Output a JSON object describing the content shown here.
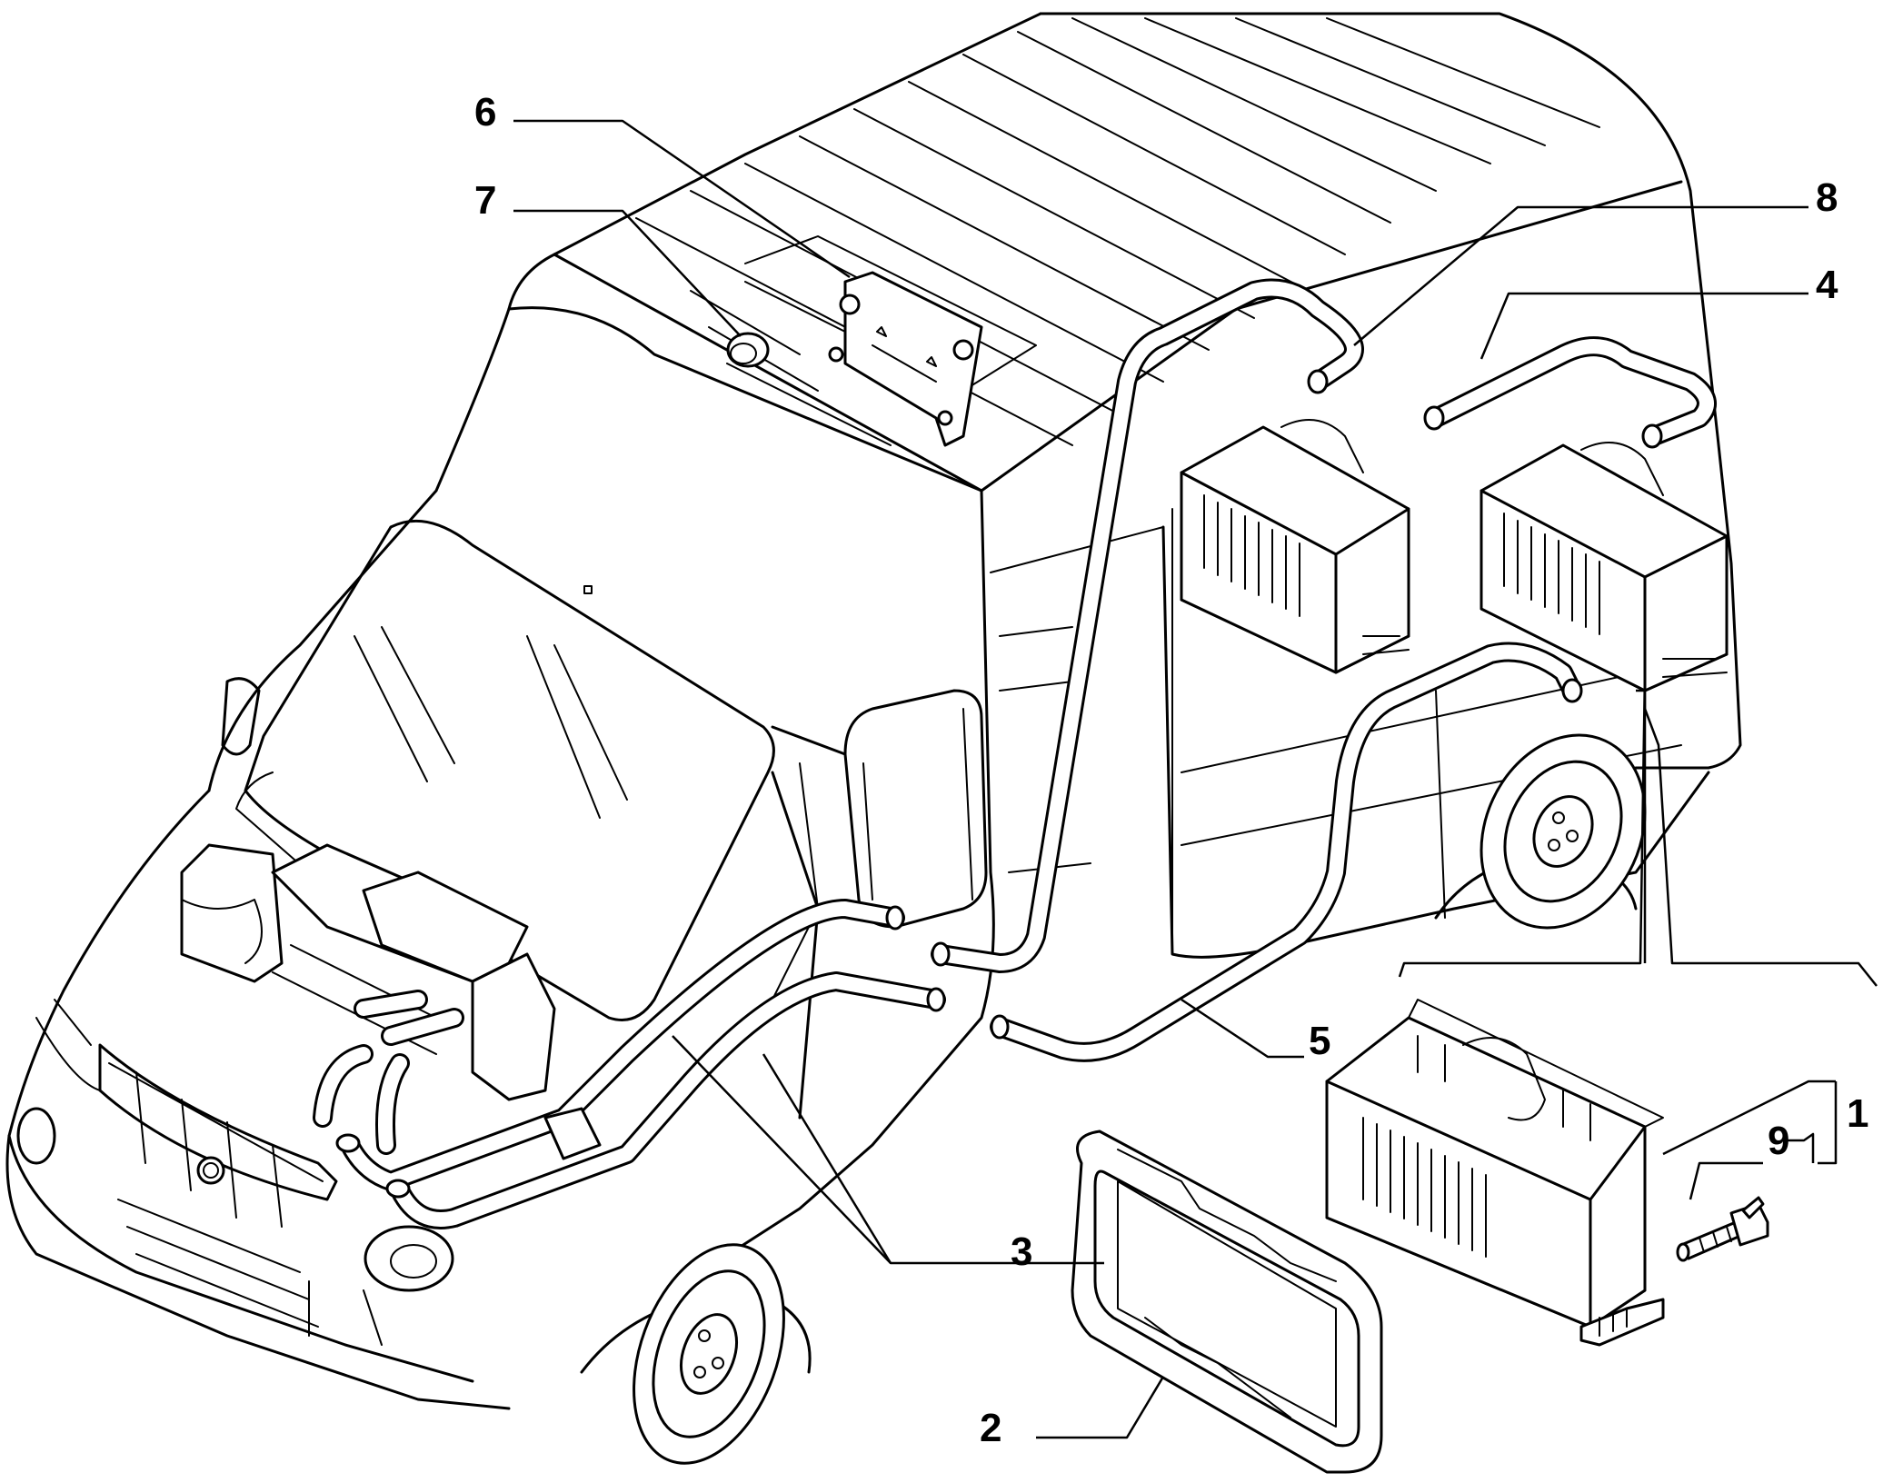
{
  "callouts": [
    {
      "id": "callout-6",
      "label": "6"
    },
    {
      "id": "callout-7",
      "label": "7"
    },
    {
      "id": "callout-8",
      "label": "8"
    },
    {
      "id": "callout-4",
      "label": "4"
    },
    {
      "id": "callout-5",
      "label": "5"
    },
    {
      "id": "callout-1",
      "label": "1"
    },
    {
      "id": "callout-9",
      "label": "9"
    },
    {
      "id": "callout-3",
      "label": "3"
    },
    {
      "id": "callout-2",
      "label": "2"
    }
  ],
  "colors": {
    "line": "#000000",
    "background": "#ffffff"
  }
}
